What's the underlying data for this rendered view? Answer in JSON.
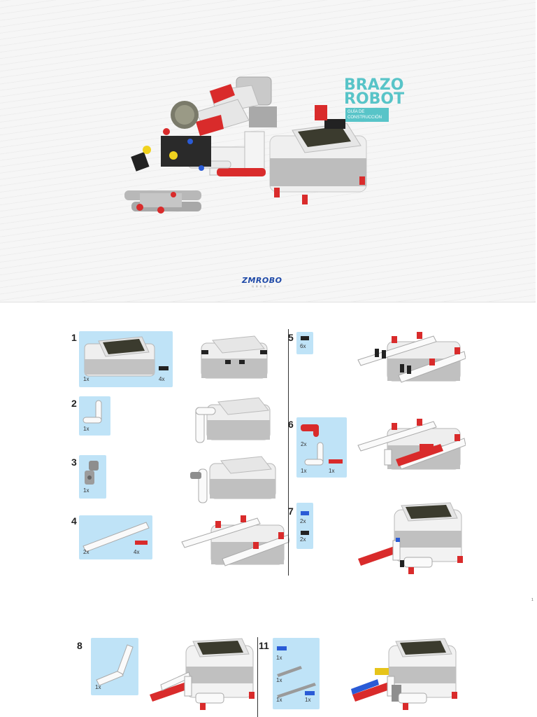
{
  "cover": {
    "title_line1": "BRAZO",
    "title_line2": "ROBOT",
    "subtitle_line1": "GUÍA DE",
    "subtitle_line2": "CONSTRUCCIÓN",
    "logo_main": "ZMROBO",
    "logo_sub": "创 客 机 器 人"
  },
  "colors": {
    "accent_teal": "#58c4c8",
    "parts_box": "#bfe3f7",
    "brick_red": "#d92b2b",
    "brick_white": "#f2f2f2",
    "brick_gray": "#9a9a9a"
  },
  "steps": [
    {
      "number": "1",
      "parts": [
        {
          "qty": "1x",
          "icon": "ev3-brick-icon"
        },
        {
          "qty": "4x",
          "icon": "black-pin-icon"
        }
      ]
    },
    {
      "number": "2",
      "parts": [
        {
          "qty": "1x",
          "icon": "white-angled-beam-icon"
        }
      ]
    },
    {
      "number": "3",
      "parts": [
        {
          "qty": "1x",
          "icon": "gray-connector-icon"
        }
      ]
    },
    {
      "number": "4",
      "parts": [
        {
          "qty": "2x",
          "icon": "white-long-beam-icon"
        },
        {
          "qty": "4x",
          "icon": "red-axle-pin-icon"
        }
      ]
    },
    {
      "number": "5",
      "parts": [
        {
          "qty": "6x",
          "icon": "black-pin-icon"
        }
      ]
    },
    {
      "number": "6",
      "parts": [
        {
          "qty": "2x",
          "icon": "red-angled-beam-icon"
        },
        {
          "qty": "1x",
          "icon": "white-angled-beam-icon"
        },
        {
          "qty": "1x",
          "icon": "red-axle-icon"
        }
      ]
    },
    {
      "number": "7",
      "parts": [
        {
          "qty": "2x",
          "icon": "blue-pin-icon"
        },
        {
          "qty": "2x",
          "icon": "black-pin-icon"
        }
      ]
    },
    {
      "number": "8",
      "parts": [
        {
          "qty": "1x",
          "icon": "white-bent-beam-icon"
        }
      ]
    },
    {
      "number": "11",
      "parts": [
        {
          "qty": "1x",
          "icon": "blue-pin-icon"
        },
        {
          "qty": "1x",
          "icon": "gray-axle-icon"
        },
        {
          "qty": "1x",
          "icon": "gray-long-axle-icon"
        },
        {
          "qty": "1x",
          "icon": "blue-pin-icon"
        }
      ]
    }
  ],
  "page_number": "1"
}
